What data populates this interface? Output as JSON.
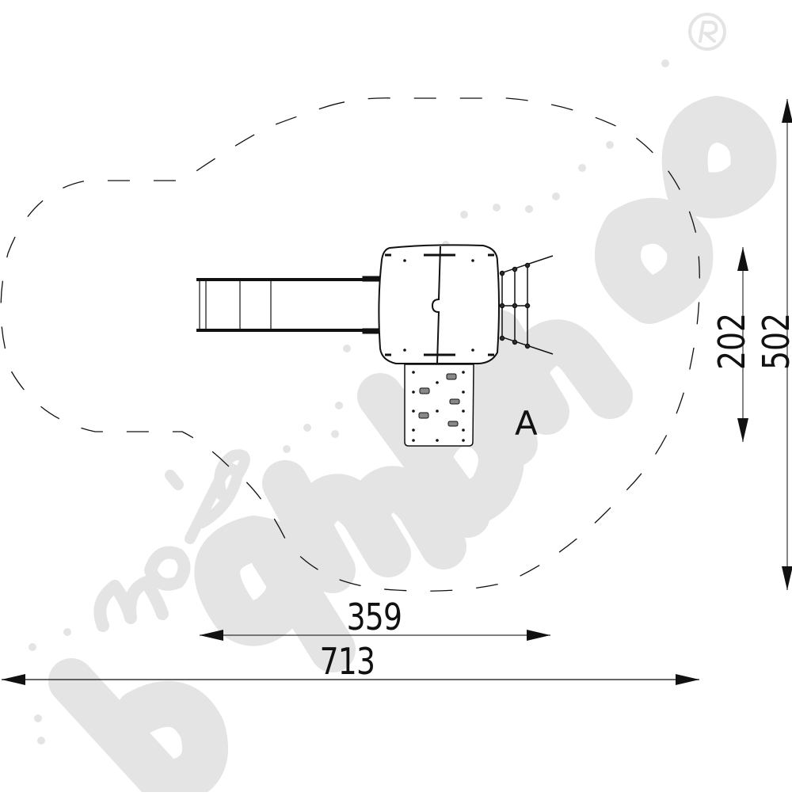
{
  "drawing": {
    "type": "playground equipment plan view",
    "zone_label": "A",
    "safety_zone": "dashed outline",
    "components": [
      "slide",
      "tower platform",
      "climbing wall",
      "rope net ladder"
    ]
  },
  "dimensions": {
    "horizontal_inner": "359",
    "horizontal_total": "713",
    "vertical_inner": "202",
    "vertical_total": "502"
  },
  "watermark": {
    "brand_small": "moje",
    "brand_large": "bambino",
    "registered_mark": "®",
    "color": "#e4e4e4"
  },
  "colors": {
    "line": "#111111",
    "background": "#ffffff"
  }
}
